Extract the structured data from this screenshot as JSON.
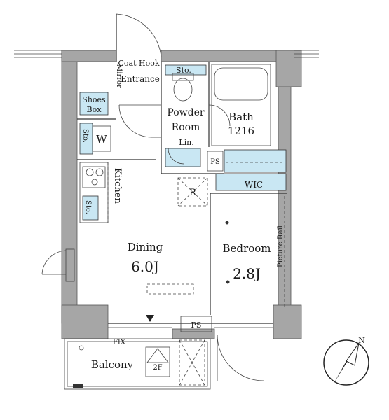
{
  "labels": {
    "coat_hook": "Coat Hook",
    "entrance": "Entrance",
    "mirror": "Mirror",
    "sto_top": "Sto.",
    "powder_room_1": "Powder",
    "powder_room_2": "Room",
    "bath": "Bath",
    "bath_size": "1216",
    "shoes_box_1": "Shoes",
    "shoes_box_2": "Box",
    "sto_wash": "Sto.",
    "washer": "W",
    "lin": "Lin.",
    "ps_top": "PS",
    "wic": "WIC",
    "refrigerator": "R",
    "kitchen": "Kitchen",
    "sto_kitchen": "Sto.",
    "dining": "Dining",
    "dining_size": "6.0J",
    "bedroom": "Bedroom",
    "bedroom_size": "2.8J",
    "picture_rail": "Picture Rail",
    "ps_bottom": "PS",
    "fix": "FIX",
    "balcony": "Balcony",
    "floor_badge": "2F",
    "compass_north": "N"
  },
  "colors": {
    "wall": "#a6a6a6",
    "storage": "#c9e7f3",
    "line": "#333333"
  }
}
